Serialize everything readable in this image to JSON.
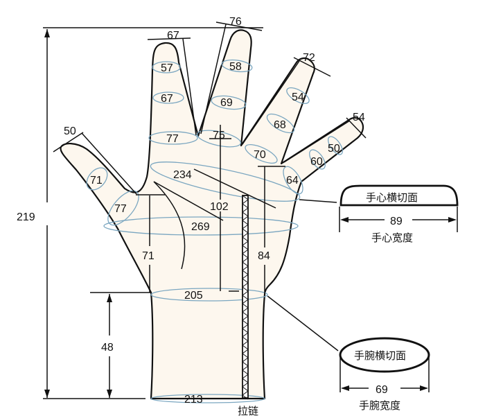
{
  "diagram": {
    "subject": "glove",
    "overall_length": "219",
    "cuff_height": "48",
    "thumb": {
      "tip_width": "50",
      "mid_circ": "71",
      "base_circ": "77"
    },
    "index": {
      "tip_width": "67",
      "upper_circ": "57",
      "mid_circ": "67",
      "base_circ": "77"
    },
    "middle": {
      "tip_width": "76",
      "upper_circ": "58",
      "mid_circ": "69",
      "base_circ": "75"
    },
    "ring": {
      "tip_width": "72",
      "upper_circ": "54",
      "mid_circ": "68",
      "base_circ": "70"
    },
    "little": {
      "tip_width": "54",
      "upper_circ": "50",
      "mid_circ": "60",
      "base_circ": "64"
    },
    "palm": {
      "upper_circ": "234",
      "middle_circ": "269",
      "palm_length": "102",
      "thumb_side_height": "71",
      "little_side_height": "84"
    },
    "wrist_circ": "205",
    "cuff_circ": "213",
    "zipper_label": "拉链",
    "palm_section": {
      "title": "手心横切面",
      "width": "89",
      "caption": "手心宽度"
    },
    "wrist_section": {
      "title": "手腕横切面",
      "width": "69",
      "caption": "手腕宽度"
    },
    "colors": {
      "glove_fill": "#fdf7ee",
      "outline": "#111111",
      "circumference_rings": "#7aa6c0"
    }
  }
}
